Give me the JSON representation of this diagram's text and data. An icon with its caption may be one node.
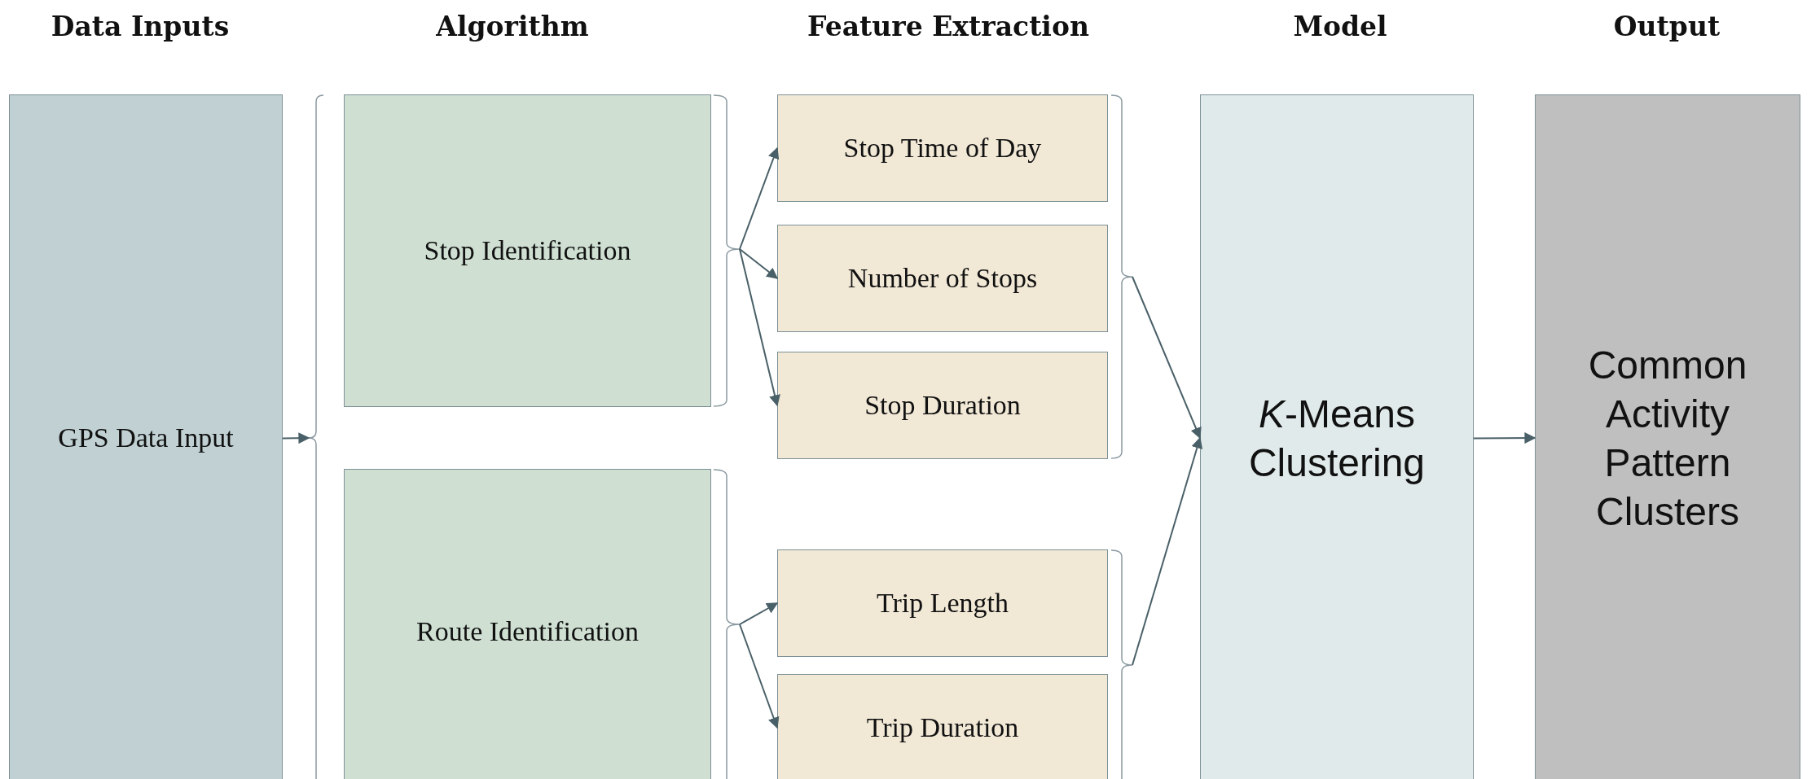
{
  "diagram": {
    "nodes": [
      {
        "text": [
          "GPS Data Input"
        ]
      },
      {
        "text": [
          "Stop Identification"
        ]
      },
      {
        "text": [
          "Route Identification"
        ]
      },
      {
        "text": [
          "Stop Time of Day"
        ]
      },
      {
        "text": [
          "Number of Stops"
        ]
      },
      {
        "text": [
          "Stop Duration"
        ]
      },
      {
        "text": [
          "Trip Length"
        ]
      },
      {
        "text": [
          "Trip Duration"
        ]
      },
      {
        "text": [
          "*K*-Means Clustering"
        ]
      },
      {
        "text": [
          "Common Activity Pattern Clusters"
        ]
      },
      {
        "text": [],
        "shape": "bracket"
      },
      {
        "text": [],
        "shape": "bracket"
      },
      {
        "text": [],
        "shape": "bracket"
      },
      {
        "text": [],
        "shape": "bracket"
      },
      {
        "text": [],
        "shape": "bracket"
      }
    ],
    "edges": [
      {
        "from": 0,
        "to": 10,
        "arrow": "to"
      },
      {
        "from": 11,
        "to": 3,
        "arrow": "to"
      },
      {
        "from": 11,
        "to": 4,
        "arrow": "to"
      },
      {
        "from": 11,
        "to": 5,
        "arrow": "to"
      },
      {
        "from": 12,
        "to": 6,
        "arrow": "to"
      },
      {
        "from": 12,
        "to": 7,
        "arrow": "to"
      },
      {
        "from": 13,
        "to": 8,
        "arrow": "to"
      },
      {
        "from": 14,
        "to": 8,
        "arrow": "to"
      },
      {
        "from": 8,
        "to": 9,
        "arrow": "to"
      }
    ],
    "labels": [
      "Data Inputs",
      "Algorithm",
      "Feature Extraction",
      "Model",
      "Output"
    ]
  }
}
